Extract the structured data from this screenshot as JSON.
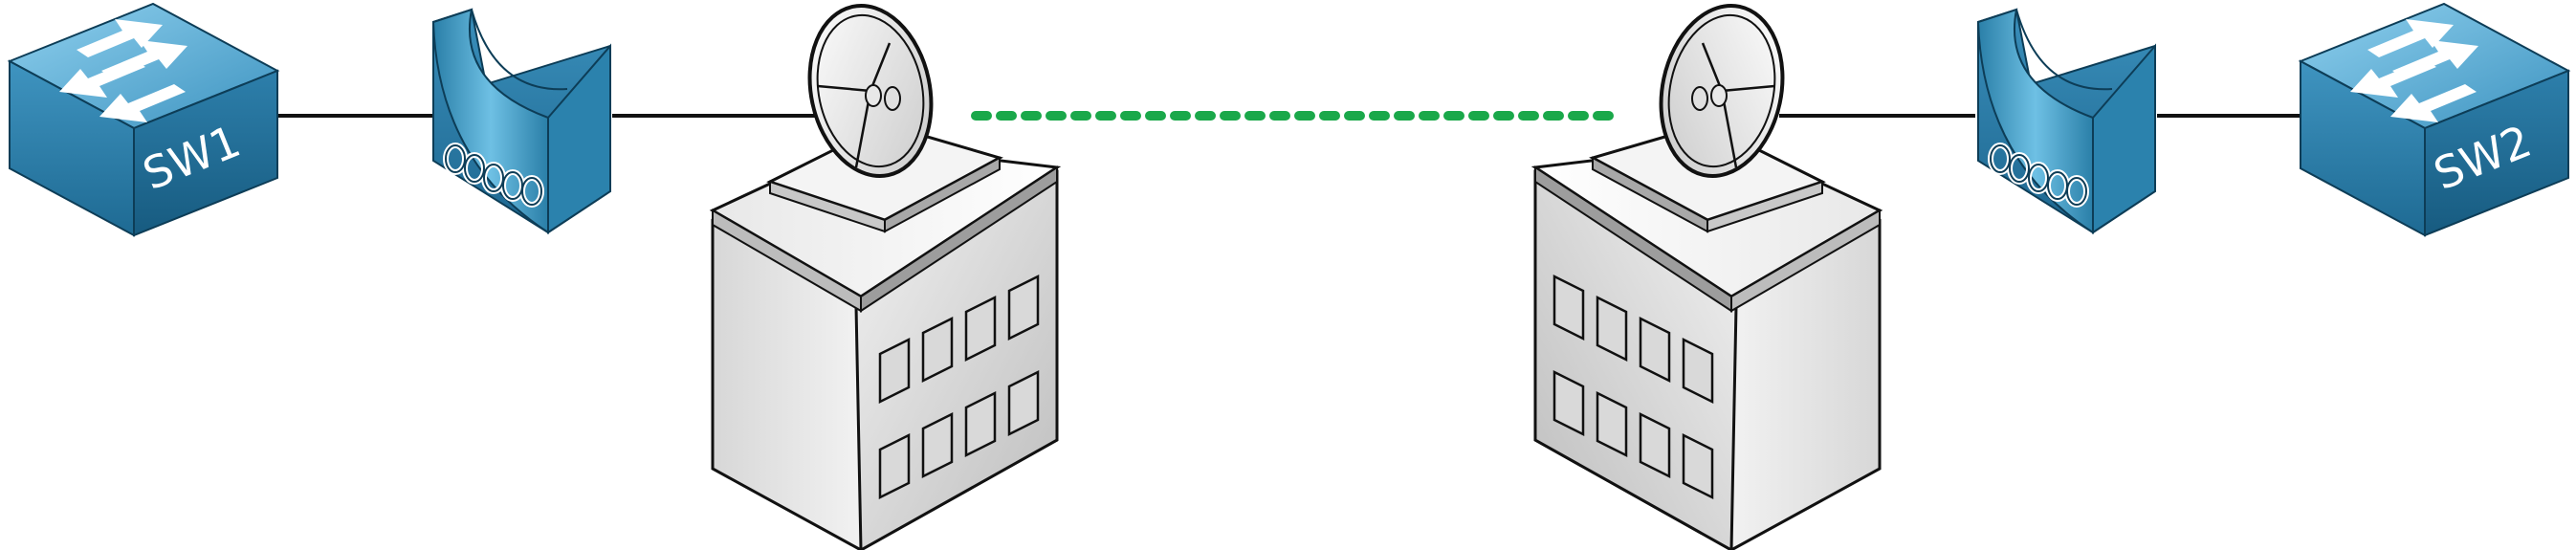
{
  "diagram": {
    "nodes": [
      {
        "id": "sw1",
        "type": "switch",
        "label": "SW1",
        "icon": "switch-icon"
      },
      {
        "id": "wlan-bridge-left",
        "type": "wireless-bridge",
        "icon": "wireless-bridge-icon"
      },
      {
        "id": "building-left",
        "type": "building-with-satellite-dish",
        "icon": "building-icon"
      },
      {
        "id": "building-right",
        "type": "building-with-satellite-dish",
        "icon": "building-icon"
      },
      {
        "id": "wlan-bridge-right",
        "type": "wireless-bridge",
        "icon": "wireless-bridge-icon"
      },
      {
        "id": "sw2",
        "type": "switch",
        "label": "SW2",
        "icon": "switch-icon"
      }
    ],
    "links": [
      {
        "from": "sw1",
        "to": "wlan-bridge-left",
        "style": "solid"
      },
      {
        "from": "wlan-bridge-left",
        "to": "building-left",
        "style": "solid"
      },
      {
        "from": "building-left",
        "to": "building-right",
        "style": "dotted",
        "color": "#1aa84a"
      },
      {
        "from": "building-right",
        "to": "wlan-bridge-right",
        "style": "solid"
      },
      {
        "from": "wlan-bridge-right",
        "to": "sw2",
        "style": "solid"
      }
    ],
    "colors": {
      "switch_top": "#5fb3d9",
      "switch_side": "#2a7fa8",
      "wireless_link": "#1aa84a",
      "line": "#111111"
    }
  }
}
